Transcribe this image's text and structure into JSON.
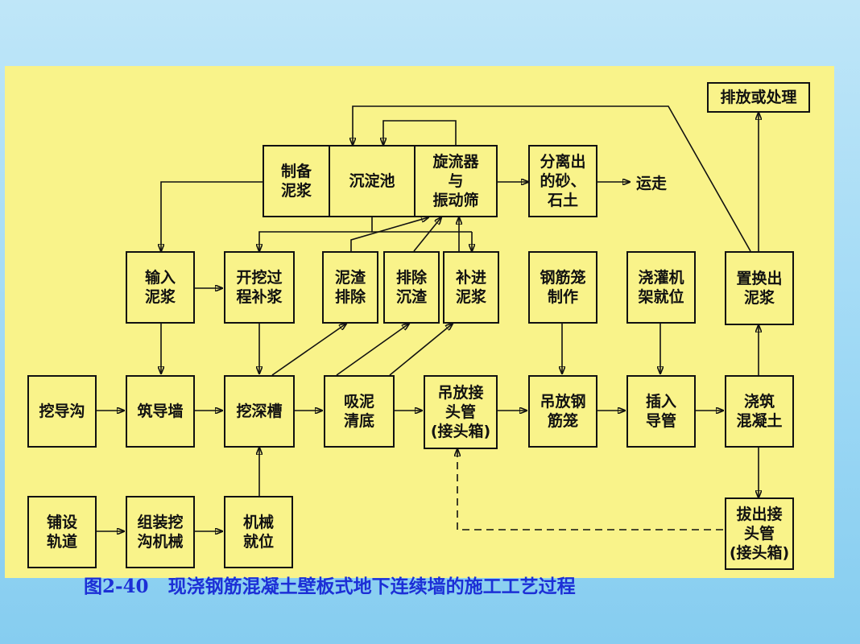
{
  "boxes": {
    "zhibei_nijiang": "制备\n泥浆",
    "chendianchi": "沉淀池",
    "xuanliuqi": "旋流器\n与\n振动筛",
    "fenlichu": "分离出\n的砂、\n石土",
    "paifang_chuli": "排放或处理",
    "shuru_nijiang": "输入\n泥浆",
    "kaiwa_bujiang": "开挖过\n程补浆",
    "nizha_paichu": "泥渣\n排除",
    "paichu_chenzha": "排除\n沉渣",
    "bujin_nijiang": "补进\n泥浆",
    "gangjinlong_zhizuo": "钢筋笼\n制作",
    "jiaoguanji": "浇灌机\n架就位",
    "zhihuanchu_nijiang": "置换出\n泥浆",
    "wa_daogou": "挖导沟",
    "zhu_daoqiang": "筑导墙",
    "wa_shencao": "挖深槽",
    "xini_qingdi": "吸泥\n清底",
    "diaofang_jietouguan": "吊放接\n头管\n(接头箱)",
    "diaofang_gangjinlong": "吊放钢\n筋笼",
    "charu_daoguan": "插入\n导管",
    "jiaozhu_hunningtu": "浇筑\n混凝土",
    "bachu_jietouguan": "拔出接\n头管\n(接头箱)",
    "pushe_guidao": "铺设\n轨道",
    "zuzhuang_jixie": "组装挖\n沟机械",
    "jixie_jiuwei": "机械\n就位"
  },
  "labels": {
    "yunzou": "运走"
  },
  "caption": "图2-40   现浇钢筋混凝土壁板式地下连续墙的施工工艺过程"
}
